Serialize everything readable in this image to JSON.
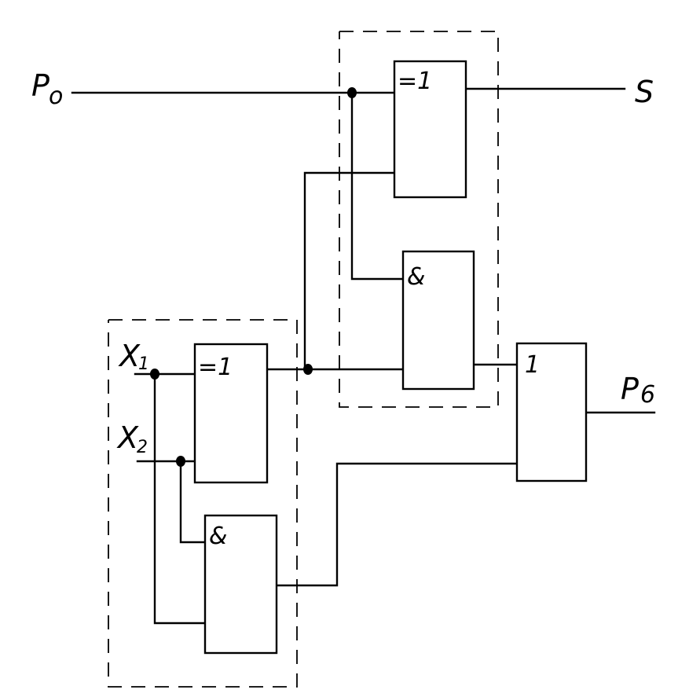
{
  "signals": {
    "p0": "P",
    "p0_sub": "o",
    "s": "S",
    "x1": "X",
    "x1_sub": "1",
    "x2": "X",
    "x2_sub": "2",
    "p6": "P",
    "p6_sub": "6"
  },
  "gates": {
    "xor_top": "=1",
    "and_top": "&",
    "xor_bottom": "=1",
    "and_bottom": "&",
    "or_out": "1"
  }
}
